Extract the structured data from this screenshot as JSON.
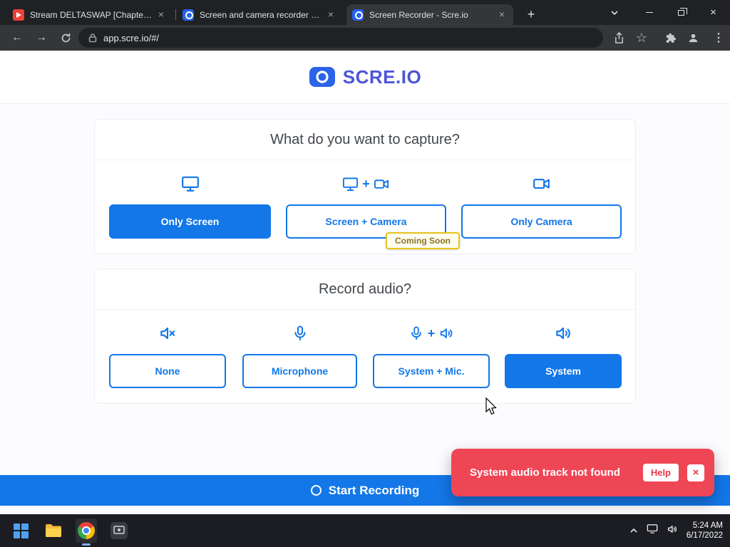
{
  "browser": {
    "tabs": [
      {
        "title": "Stream DELTASWAP [Chapter 1] -"
      },
      {
        "title": "Screen and camera recorder - Sc"
      },
      {
        "title": "Screen Recorder - Scre.io"
      }
    ],
    "url": "app.scre.io/#/",
    "icons": {
      "back": "←",
      "forward": "→",
      "star": "☆",
      "menu": "⋮",
      "close": "×",
      "new_tab": "+",
      "tab_close": "×"
    }
  },
  "page": {
    "logo": "SCRE.IO",
    "capture": {
      "title": "What do you want to capture?",
      "plus": "+",
      "options": [
        {
          "label": "Only Screen",
          "selected": true
        },
        {
          "label": "Screen + Camera",
          "selected": false,
          "badge": "Coming Soon"
        },
        {
          "label": "Only Camera",
          "selected": false
        }
      ]
    },
    "audio": {
      "title": "Record audio?",
      "plus": "+",
      "options": [
        {
          "label": "None",
          "selected": false
        },
        {
          "label": "Microphone",
          "selected": false
        },
        {
          "label": "System + Mic.",
          "selected": false
        },
        {
          "label": "System",
          "selected": true
        }
      ]
    },
    "start_button": "Start Recording",
    "toast": {
      "message": "System audio track not found",
      "help": "Help",
      "close": "×"
    }
  },
  "taskbar": {
    "time": "5:24 AM",
    "date": "6/17/2022"
  },
  "colors": {
    "accent": "#1377e8",
    "toast": "#ef4656",
    "logo_text": "#4c55d8",
    "badge_border": "#e5c51a",
    "badge_text": "#8a7420"
  }
}
